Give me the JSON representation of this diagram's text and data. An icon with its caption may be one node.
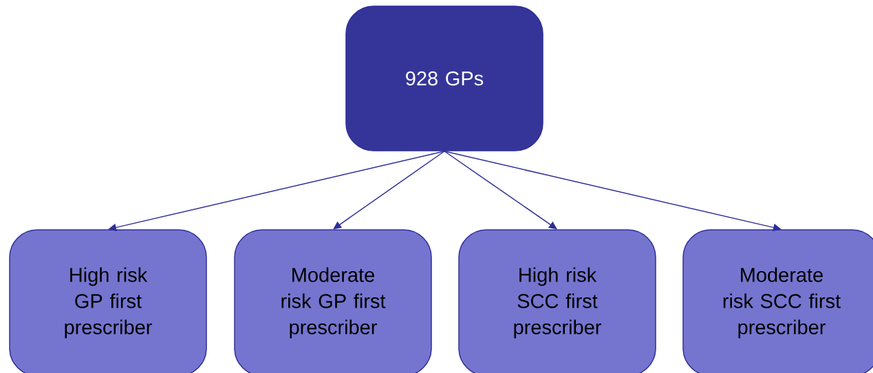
{
  "diagram": {
    "nodes": [
      {
        "text": [
          "928 GPs"
        ]
      },
      {
        "text": [
          "High risk GP first prescriber"
        ]
      },
      {
        "text": [
          "Moderate risk GP first prescriber"
        ]
      },
      {
        "text": [
          "High risk SCC first prescriber"
        ]
      },
      {
        "text": [
          "Moderate risk SCC first prescriber"
        ]
      }
    ],
    "edges": [
      {
        "from": 0,
        "to": 1,
        "arrow": "to"
      },
      {
        "from": 0,
        "to": 2,
        "arrow": "to"
      },
      {
        "from": 0,
        "to": 3,
        "arrow": "to"
      },
      {
        "from": 0,
        "to": 4,
        "arrow": "to"
      }
    ]
  }
}
